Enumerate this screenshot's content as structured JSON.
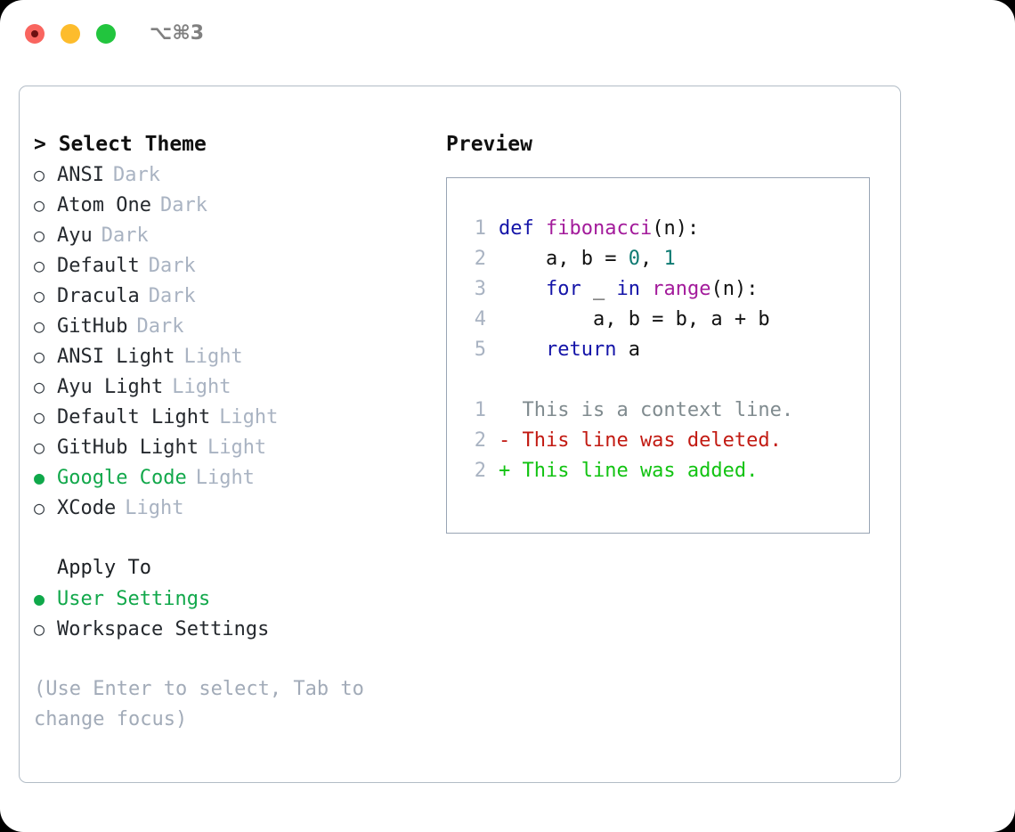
{
  "titlebar": {
    "shortcut": "⌥⌘3",
    "lights": [
      "close-red",
      "minimize-amber",
      "zoom-green"
    ]
  },
  "theme_panel": {
    "header": "> Select Theme",
    "items": [
      {
        "bullet": "○",
        "label": "ANSI",
        "kind": "Dark",
        "selected": false
      },
      {
        "bullet": "○",
        "label": "Atom One",
        "kind": "Dark",
        "selected": false
      },
      {
        "bullet": "○",
        "label": "Ayu",
        "kind": "Dark",
        "selected": false
      },
      {
        "bullet": "○",
        "label": "Default",
        "kind": "Dark",
        "selected": false
      },
      {
        "bullet": "○",
        "label": "Dracula",
        "kind": "Dark",
        "selected": false
      },
      {
        "bullet": "○",
        "label": "GitHub",
        "kind": "Dark",
        "selected": false
      },
      {
        "bullet": "○",
        "label": "ANSI Light",
        "kind": "Light",
        "selected": false
      },
      {
        "bullet": "○",
        "label": "Ayu Light",
        "kind": "Light",
        "selected": false
      },
      {
        "bullet": "○",
        "label": "Default Light",
        "kind": "Light",
        "selected": false
      },
      {
        "bullet": "○",
        "label": "GitHub Light",
        "kind": "Light",
        "selected": false
      },
      {
        "bullet": "●",
        "label": "Google Code",
        "kind": "Light",
        "selected": true
      },
      {
        "bullet": "○",
        "label": "XCode",
        "kind": "Light",
        "selected": false
      }
    ]
  },
  "apply_to": {
    "header": "Apply To",
    "items": [
      {
        "bullet": "●",
        "label": "User Settings",
        "selected": true
      },
      {
        "bullet": "○",
        "label": "Workspace Settings",
        "selected": false
      }
    ]
  },
  "hint": "(Use Enter to select, Tab to change focus)",
  "preview": {
    "title": "Preview",
    "code_lines": [
      {
        "no": "1",
        "tokens": [
          {
            "t": "def ",
            "c": "kw"
          },
          {
            "t": "fibonacci",
            "c": "fn"
          },
          {
            "t": "(n):",
            "c": "pl"
          }
        ]
      },
      {
        "no": "2",
        "tokens": [
          {
            "t": "    a, b = ",
            "c": "pl"
          },
          {
            "t": "0",
            "c": "num"
          },
          {
            "t": ", ",
            "c": "pl"
          },
          {
            "t": "1",
            "c": "num"
          }
        ]
      },
      {
        "no": "3",
        "tokens": [
          {
            "t": "    ",
            "c": "pl"
          },
          {
            "t": "for",
            "c": "kw"
          },
          {
            "t": " _ ",
            "c": "pl"
          },
          {
            "t": "in",
            "c": "kw"
          },
          {
            "t": " ",
            "c": "pl"
          },
          {
            "t": "range",
            "c": "fn"
          },
          {
            "t": "(n):",
            "c": "pl"
          }
        ]
      },
      {
        "no": "4",
        "tokens": [
          {
            "t": "        a, b = b, a + b",
            "c": "pl"
          }
        ]
      },
      {
        "no": "5",
        "tokens": [
          {
            "t": "    ",
            "c": "pl"
          },
          {
            "t": "return",
            "c": "kw"
          },
          {
            "t": " a",
            "c": "pl"
          }
        ]
      }
    ],
    "diff_lines": [
      {
        "no": "1",
        "marker": " ",
        "text": "  This is a context line.",
        "kind": "ctx"
      },
      {
        "no": "2",
        "marker": "-",
        "text": "- This line was deleted.",
        "kind": "del"
      },
      {
        "no": "2",
        "marker": "+",
        "text": "+ This line was added.",
        "kind": "add"
      }
    ]
  },
  "colors": {
    "accent_green": "#12a84b",
    "muted": "#a9b3c2",
    "keyword": "#1414a8",
    "function": "#a31b9b",
    "number": "#0e7a72",
    "diff_add": "#12c312",
    "diff_del": "#c21a12",
    "border": "#b2bcc6"
  }
}
